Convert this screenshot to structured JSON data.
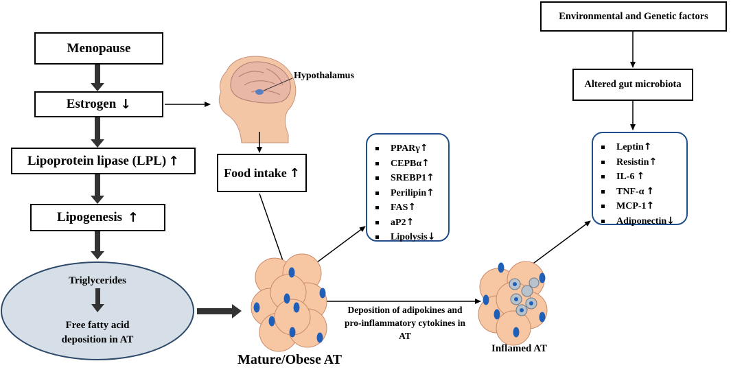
{
  "left_chain": {
    "menopause": "Menopause",
    "estrogen": "Estrogen",
    "estrogen_arrow": "↓",
    "lpl": "Lipoprotein lipase (LPL)",
    "lpl_arrow": "↑",
    "lipogenesis": "Lipogenesis",
    "lipogenesis_arrow": "↑"
  },
  "ellipse": {
    "triglycerides": "Triglycerides",
    "ffa_line1": "Free fatty acid",
    "ffa_line2": "deposition in AT"
  },
  "brain": {
    "hypothalamus": "Hypothalamus"
  },
  "food_intake": {
    "label": "Food intake",
    "arrow": "↑"
  },
  "mature_genes": [
    {
      "text": "PPARγ",
      "arrow": "↑"
    },
    {
      "text": "CEPBα",
      "arrow": "↑"
    },
    {
      "text": "SREBP1",
      "arrow": "↑"
    },
    {
      "text": "Perilipin",
      "arrow": "↑"
    },
    {
      "text": "FAS",
      "arrow": "↑"
    },
    {
      "text": "aP2",
      "arrow": "↑"
    },
    {
      "text": "Lipolysis",
      "arrow": "↓"
    }
  ],
  "mature_label": "Mature/Obese AT",
  "deposition": {
    "line1": "Deposition of adipokines and",
    "line2": "pro-inflammatory cytokines in",
    "line3": "AT"
  },
  "inflamed_label": "Inflamed AT",
  "right_chain": {
    "env": "Environmental and Genetic factors",
    "gut": "Altered gut microbiota"
  },
  "cytokines": [
    {
      "text": "Leptin",
      "arrow": "↑"
    },
    {
      "text": "Resistin",
      "arrow": "↑"
    },
    {
      "text": "IL-6",
      "arrow": "↑"
    },
    {
      "text": "TNF-α",
      "arrow": "↑"
    },
    {
      "text": "MCP-1",
      "arrow": "↑"
    },
    {
      "text": "Adiponectin",
      "arrow": "↓"
    }
  ],
  "colors": {
    "cell_fill": "#f7c6a3",
    "cell_stroke": "#c98a6a",
    "nucleus": "#1f5fb8",
    "ellipse_fill": "#d6dfe8",
    "ellipse_stroke": "#2e4a6a",
    "box_border_blue": "#1f4e8c",
    "thick_arrow": "#333333"
  }
}
